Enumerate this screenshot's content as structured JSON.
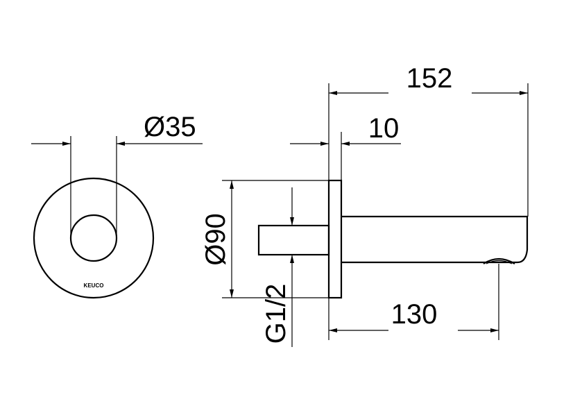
{
  "dimensions": {
    "outlet_diameter": "Ø35",
    "overall_length": "152",
    "rosette_depth": "10",
    "rosette_diameter": "Ø90",
    "thread": "G1/2",
    "spout_projection": "130"
  },
  "logo": "KEUCO"
}
